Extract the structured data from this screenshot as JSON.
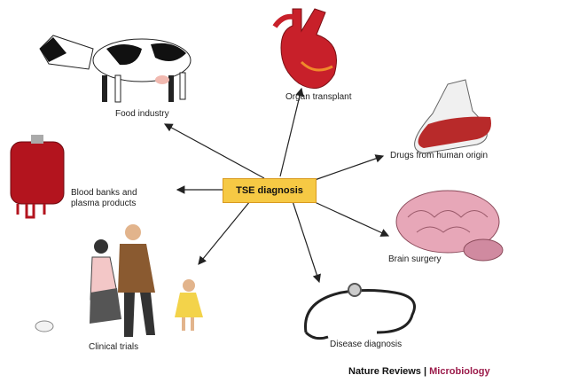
{
  "center": {
    "label": "TSE diagnosis",
    "fill": "#f6c944"
  },
  "items": [
    {
      "id": "food",
      "label": "Food industry",
      "icon": "cow-icon"
    },
    {
      "id": "organ",
      "label": "Organ transplant",
      "icon": "heart-icon"
    },
    {
      "id": "drugs",
      "label": "Drugs from human origin",
      "icon": "flask-icon"
    },
    {
      "id": "blood",
      "label_line1": "Blood banks and",
      "label_line2": "plasma products",
      "icon": "blood-bag-icon"
    },
    {
      "id": "brain",
      "label": "Brain surgery",
      "icon": "brain-icon"
    },
    {
      "id": "clinical",
      "label": "Clinical trials",
      "icon": "family-icon"
    },
    {
      "id": "disease",
      "label": "Disease diagnosis",
      "icon": "stethoscope-icon"
    }
  ],
  "footer": {
    "journal": "Nature Reviews",
    "separator": " | ",
    "section": "Microbiology",
    "accent": "#9b1b4a"
  }
}
